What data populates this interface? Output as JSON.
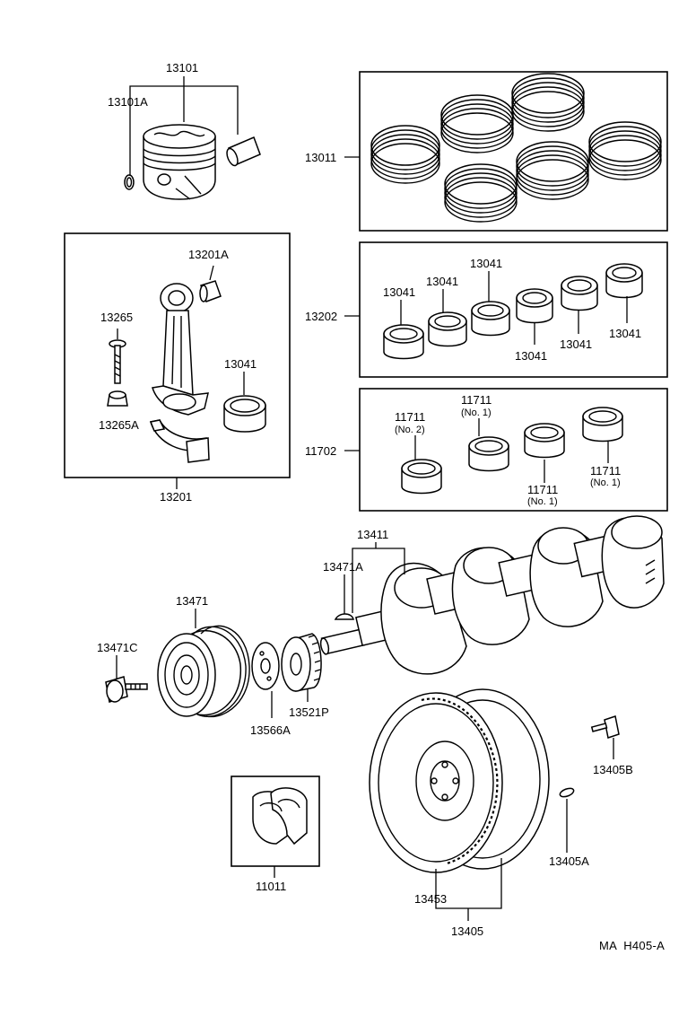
{
  "labels": {
    "p13101": "13101",
    "p13101A": "13101A",
    "p13011": "13011",
    "p13201A": "13201A",
    "p13265": "13265",
    "p13041_rod": "13041",
    "p13265A": "13265A",
    "p13201": "13201",
    "p13202": "13202",
    "b13041_1": "13041",
    "b13041_2": "13041",
    "b13041_3": "13041",
    "b13041_4": "13041",
    "b13041_5": "13041",
    "b13041_6": "13041",
    "p11702": "11702",
    "m11711_no2": "11711",
    "m11711_no2_note": "(No. 2)",
    "m11711_no1_top": "11711",
    "m11711_no1_top_note": "(No. 1)",
    "m11711_no1_mid": "11711",
    "m11711_no1_mid_note": "(No. 1)",
    "m11711_no1_right": "11711",
    "m11711_no1_right_note": "(No. 1)",
    "p13411": "13411",
    "p13471A": "13471A",
    "p13471": "13471",
    "p13471C": "13471C",
    "p13566A": "13566A",
    "p13521P": "13521P",
    "p13405B": "13405B",
    "p11011": "11011",
    "p13405A": "13405A",
    "p13453": "13453",
    "p13405": "13405",
    "drawing_code": "MA  H405-A"
  }
}
